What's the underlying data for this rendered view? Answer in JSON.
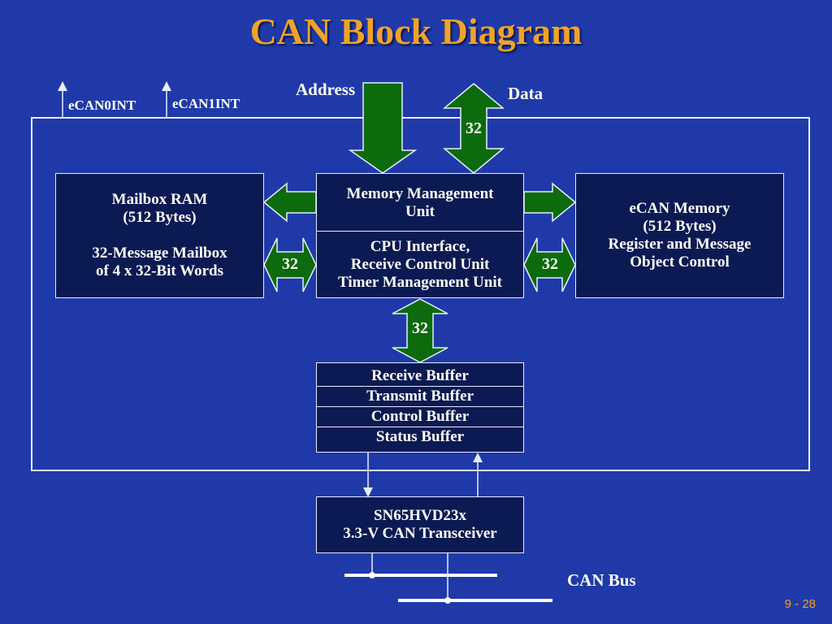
{
  "title": "CAN Block Diagram",
  "page_number": "9 - 28",
  "signals": {
    "ecan0int": "eCAN0INT",
    "ecan1int": "eCAN1INT",
    "address": "Address",
    "data": "Data"
  },
  "bus_widths": {
    "data": "32",
    "mailbox": "32",
    "ecan_memory": "32",
    "buffers": "32"
  },
  "mailbox_ram": {
    "line1": "Mailbox RAM",
    "line2": "(512 Bytes)",
    "line3": "32-Message Mailbox",
    "line4": "of 4 x 32-Bit Words"
  },
  "memory_management": {
    "line1": "Memory Management",
    "line2": "Unit"
  },
  "cpu_interface": {
    "line1": "CPU Interface,",
    "line2": "Receive Control Unit",
    "line3": "Timer Management Unit"
  },
  "ecan_memory": {
    "line1": "eCAN Memory",
    "line2": "(512 Bytes)",
    "line3": "Register and Message",
    "line4": "Object Control"
  },
  "buffers": [
    "Receive Buffer",
    "Transmit Buffer",
    "Control Buffer",
    "Status Buffer"
  ],
  "transceiver": {
    "line1": "SN65HVD23x",
    "line2": "3.3-V CAN Transceiver"
  },
  "can_bus": "CAN Bus",
  "colors": {
    "background": "#1f3aa8",
    "box_fill": "#0b1a52",
    "arrow_fill": "#0c6b0c",
    "title": "#f0a22a",
    "line": "#e8ecff"
  }
}
